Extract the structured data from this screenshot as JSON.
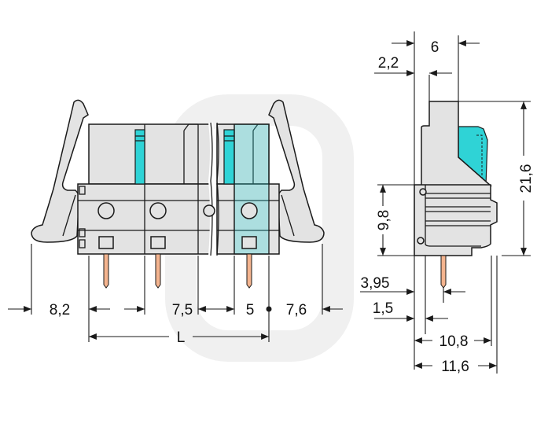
{
  "front_view": {
    "dimensions": {
      "left_latch": "8,2",
      "pitch": "7,5",
      "last_pole": "5",
      "right_latch": "7,6",
      "total_length": "L"
    }
  },
  "side_view": {
    "dimensions": {
      "top_width": "6",
      "top_offset": "2,2",
      "height": "21,6",
      "lower_height": "9,8",
      "pin_offset": "3,95",
      "step": "1,5",
      "depth": "10,8",
      "overall_depth": "11,6"
    }
  },
  "colors": {
    "housing": "#e3e3e3",
    "lever": "#2fd3d6",
    "pin": "#f4b48f"
  }
}
